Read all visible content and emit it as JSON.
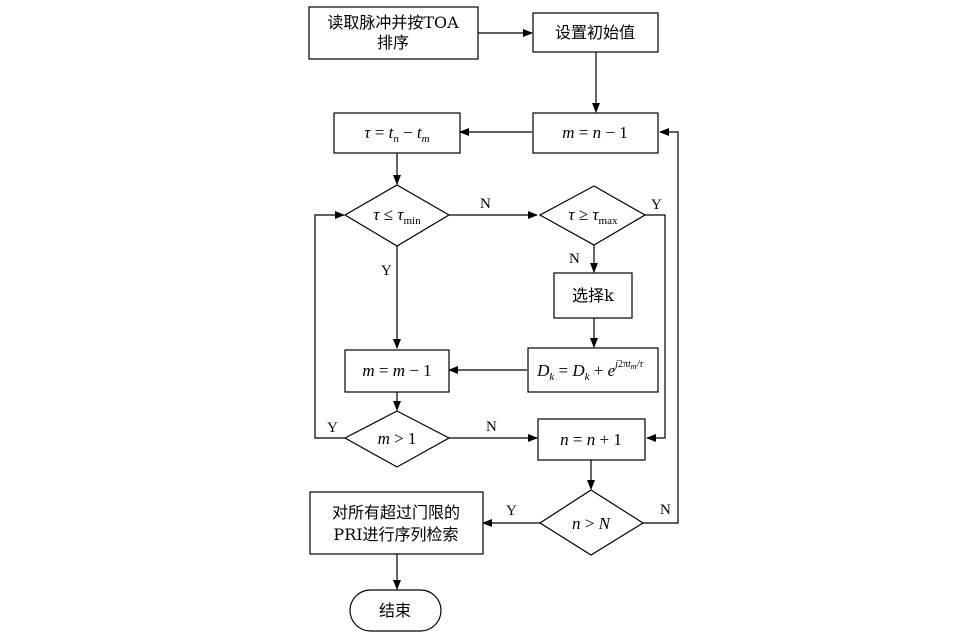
{
  "nodes": {
    "read": {
      "line1": "读取脉冲并按TOA",
      "line2": "排序"
    },
    "init": {
      "label": "设置初始值"
    },
    "m_assign": {
      "m": "m",
      "eq": " = ",
      "n": "n",
      "rest": " − 1"
    },
    "tau_assign": {
      "tau": "τ",
      "eq": " = ",
      "t": "t",
      "n": "n",
      "minus": " − ",
      "t2": "t",
      "m": "m"
    },
    "cond_min": {
      "tau": "τ",
      "op": " ≤ ",
      "tau2": "τ",
      "sub": "min"
    },
    "cond_max": {
      "tau": "τ",
      "op": " ≥ ",
      "tau2": "τ",
      "sub": "max"
    },
    "select_k": {
      "label": "选择k"
    },
    "dk_update": {
      "D": "D",
      "k": "k",
      "eq": " = ",
      "D2": "D",
      "k2": "k",
      "plus": " + ",
      "e": "e",
      "sup_j": "j",
      "sup_rest": "2π",
      "sup_t": "t",
      "sup_m": "m",
      "sup_div": "/τ"
    },
    "m_dec": {
      "m": "m",
      "eq": " = ",
      "m2": "m",
      "rest": " − 1"
    },
    "cond_m1": {
      "m": "m",
      "rest": " > 1"
    },
    "n_inc": {
      "n": "n",
      "eq": " = ",
      "n2": "n",
      "rest": " + 1"
    },
    "cond_nN": {
      "n": "n",
      "op": " > ",
      "N": "N"
    },
    "search": {
      "line1": "对所有超过门限的",
      "line2": "PRI进行序列检索"
    },
    "end": {
      "label": "结束"
    }
  },
  "edges": {
    "cond_min_no": "N",
    "cond_min_yes": "Y",
    "cond_max_yes": "Y",
    "cond_max_no": "N",
    "cond_m1_yes": "Y",
    "cond_m1_no": "N",
    "cond_nN_yes": "Y",
    "cond_nN_no": "N"
  },
  "colors": {
    "stroke": "#000000",
    "fill": "#ffffff"
  }
}
